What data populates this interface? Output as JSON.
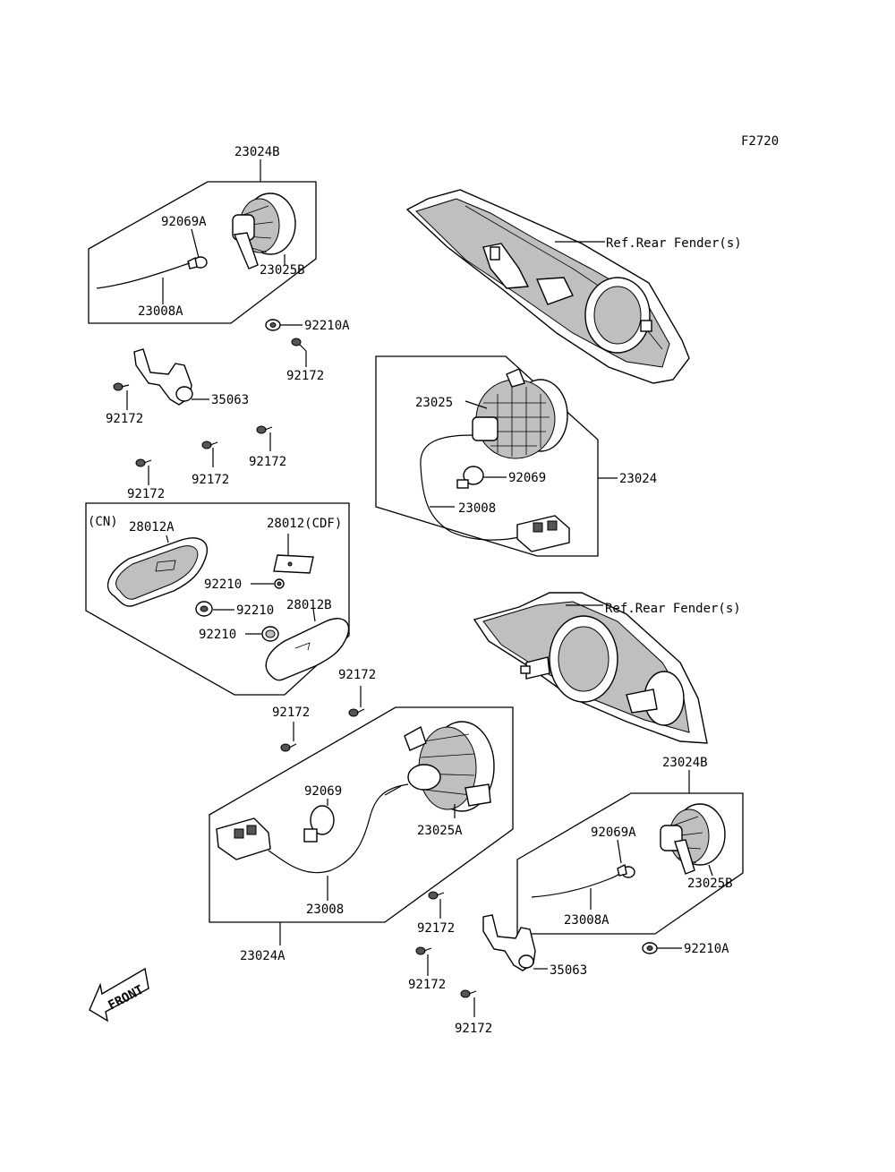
{
  "figure_code": "F2720",
  "labels": {
    "p23024B_top": "23024B",
    "p92069A_top": "92069A",
    "p23025B_top": "23025B",
    "p23008A_top": "23008A",
    "p92210A_top": "92210A",
    "p92172_a": "92172",
    "p35063_top": "35063",
    "p92172_b": "92172",
    "p92172_c": "92172",
    "p92172_d": "92172",
    "p92172_e": "92172",
    "ref_rear_fender_top": "Ref.Rear Fender(s)",
    "p23025": "23025",
    "p92069": "92069",
    "p23024": "23024",
    "p23008": "23008",
    "cn": "(CN)",
    "p28012A": "28012A",
    "p28012_cdf": "28012(CDF)",
    "p92210_a": "92210",
    "p92210_b": "92210",
    "p92210_c": "92210",
    "p28012B": "28012B",
    "ref_rear_fender_mid": "Ref.Rear Fender(s)",
    "p92172_f": "92172",
    "p92172_g": "92172",
    "p92069_low": "92069",
    "p23025A": "23025A",
    "p23008_low": "23008",
    "p23024A": "23024A",
    "p23024B_low": "23024B",
    "p92069A_low": "92069A",
    "p23025B_low": "23025B",
    "p23008A_low": "23008A",
    "p92210A_low": "92210A",
    "p92172_h": "92172",
    "p35063_low": "35063",
    "p92172_i": "92172",
    "p92172_j": "92172",
    "front": "FRONT"
  }
}
